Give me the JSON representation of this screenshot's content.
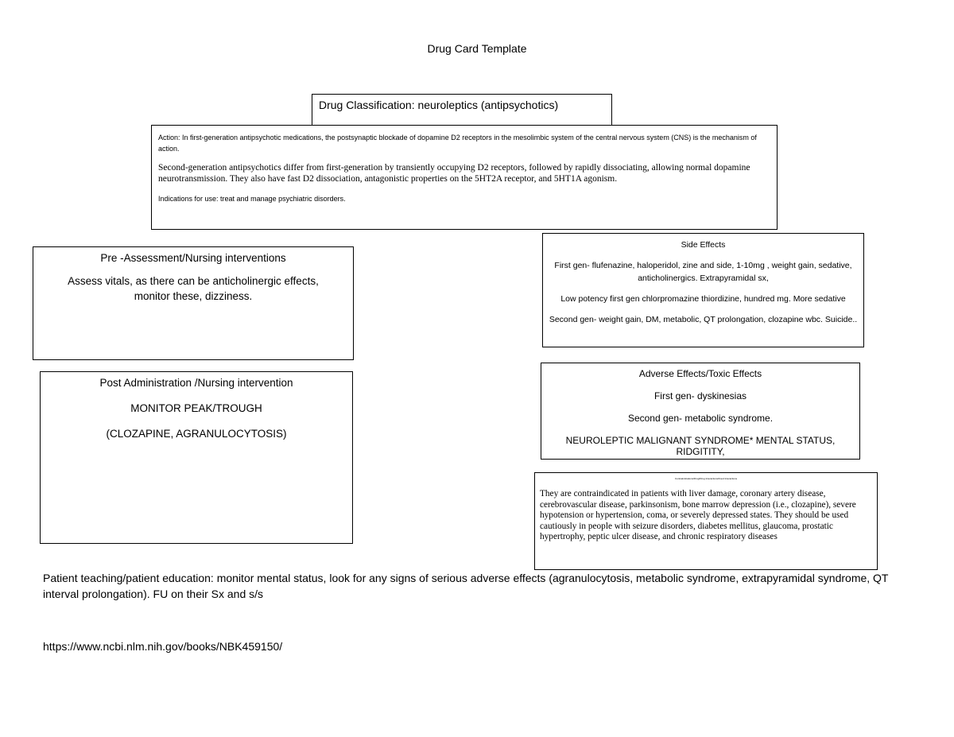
{
  "document": {
    "title": "Drug Card Template",
    "classification": "Drug Classification: neuroleptics (antipsychotics)",
    "action": {
      "paragraph1": "Action: In first-generation antipsychotic medications, the postsynaptic blockade of dopamine D2 receptors in the mesolimbic system of the central nervous system (CNS) is the mechanism of action.",
      "paragraph2": "Second-generation antipsychotics differ from first-generation by transiently occupying D2 receptors, followed by rapidly dissociating, allowing normal dopamine neurotransmission. They also have fast D2 dissociation, antagonistic properties on the 5HT2A receptor, and 5HT1A agonism.",
      "indications": "Indications for use: treat and manage psychiatric disorders."
    },
    "pre_assessment": {
      "heading": "Pre -Assessment/Nursing interventions",
      "body": "Assess vitals, as there can be anticholinergic effects, monitor these, dizziness."
    },
    "post_administration": {
      "heading": "Post Administration /Nursing intervention",
      "line1": "MONITOR PEAK/TROUGH",
      "line2": "(CLOZAPINE, AGRANULOCYTOSIS)"
    },
    "side_effects": {
      "heading": "Side Effects",
      "line1": "First gen- flufenazine, haloperidol, zine and side, 1-10mg , weight gain, sedative, anticholinergics. Extrapyramidal sx,",
      "line2": "Low potency first gen chlorpromazine thiordizine, hundred mg. More sedative",
      "line3": "Second gen- weight gain, DM, metabolic, QT prolongation, clozapine wbc. Suicide.."
    },
    "adverse_effects": {
      "heading": "Adverse Effects/Toxic Effects",
      "line1": "First gen- dyskinesias",
      "line2": "Second gen- metabolic syndrome.",
      "line3": "NEUROLEPTIC MALIGNANT SYNDROME* MENTAL STATUS, RIDGITITY,"
    },
    "contraindications": {
      "heading": "Contraindications/Drug/Drug Interactions/Food Interactions",
      "body": "They are contraindicated in patients with liver damage, coronary artery disease, cerebrovascular disease, parkinsonism, bone marrow depression (i.e., clozapine), severe hypotension or hypertension, coma, or severely depressed states. They should be used cautiously in people with seizure disorders, diabetes mellitus, glaucoma, prostatic hypertrophy, peptic ulcer disease, and chronic respiratory diseases"
    },
    "patient_teaching": "Patient teaching/patient education:  monitor mental status, look for any signs of serious adverse effects (agranulocytosis, metabolic syndrome, extrapyramidal syndrome, QT interval prolongation). FU on their Sx and s/s",
    "reference_url": "https://www.ncbi.nlm.nih.gov/books/NBK459150/"
  }
}
